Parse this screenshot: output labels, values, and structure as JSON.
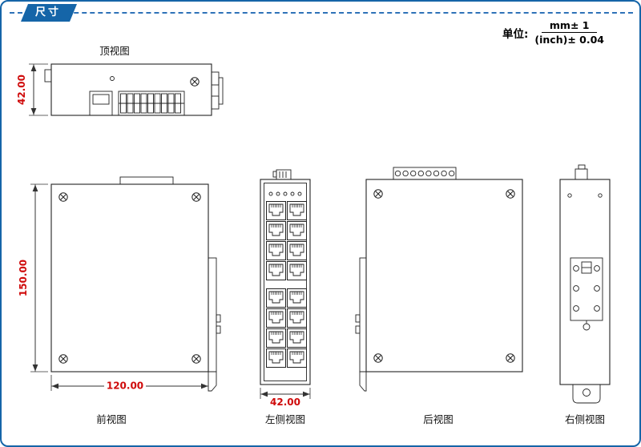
{
  "page": {
    "title_tab": "尺寸",
    "unit_label": "单位:",
    "unit_mm": "mm± 1",
    "unit_inch": "(inch)± 0.04"
  },
  "colors": {
    "accent_blue": "#1565a8",
    "dimension_red": "#cf0a0a",
    "line_black": "#222222"
  },
  "views": {
    "top": {
      "label": "顶视图",
      "dim_height_mm": "42.00"
    },
    "front": {
      "label": "前视图",
      "dim_height_mm": "150.00",
      "dim_width_mm": "120.00"
    },
    "left_side": {
      "label": "左侧视图",
      "dim_width_mm": "42.00"
    },
    "rear": {
      "label": "后视图"
    },
    "right_side": {
      "label": "右侧视图"
    }
  }
}
